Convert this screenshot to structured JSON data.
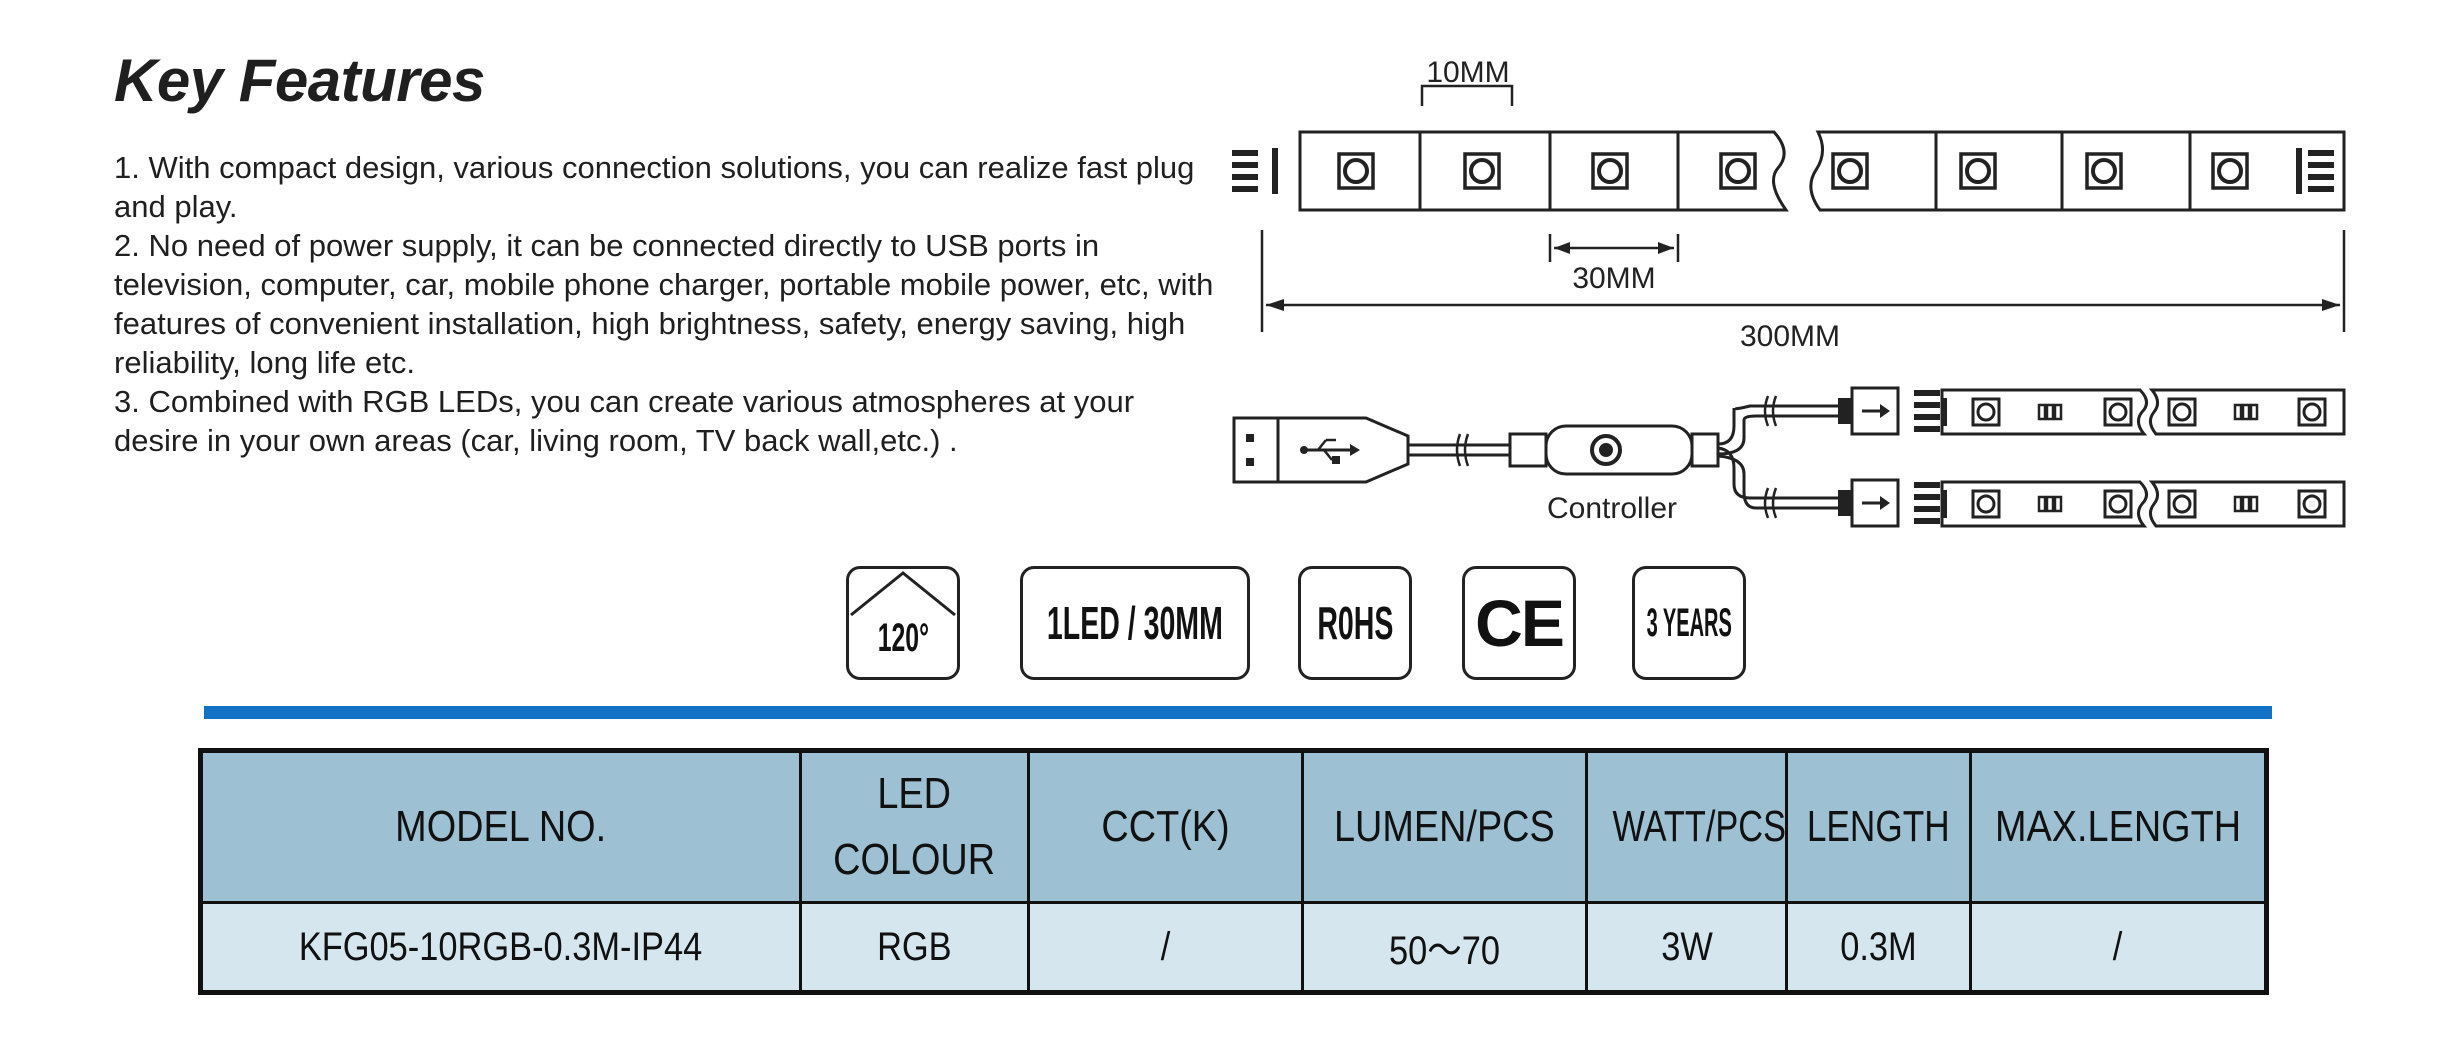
{
  "features": {
    "title": "Key Features",
    "items": [
      "1. With compact design, various connection solutions, you can realize fast plug and play.",
      "2. No need of power supply, it can be connected directly to USB ports in television, computer, car, mobile phone charger, portable mobile power, etc, with features of convenient installation, high brightness, safety, energy saving, high reliability, long life etc.",
      "3. Combined with RGB LEDs, you can create various atmospheres at your desire in your own areas (car, living room, TV back wall,etc.) ."
    ]
  },
  "diagram": {
    "dim_width": "10MM",
    "dim_pitch": "30MM",
    "dim_length": "300MM",
    "controller_label": "Controller",
    "icons": [
      "led-chip-icon",
      "usb-icon",
      "arrow-icon",
      "resistor-icon",
      "connector-pins-icon"
    ]
  },
  "badges": [
    {
      "label": "120°",
      "icon": "beam-angle-icon"
    },
    {
      "label": "1LED / 30MM"
    },
    {
      "label": "R0HS"
    },
    {
      "label": "CE",
      "icon": "ce-mark-icon"
    },
    {
      "label": "3 YEARS"
    }
  ],
  "colors": {
    "accent_rule": "#1272c6",
    "table_header": "#9dc0d2",
    "table_row": "#d6e6ef"
  },
  "table": {
    "headers": [
      "MODEL NO.",
      "LED\nCOLOUR",
      "CCT(K)",
      "LUMEN/PCS",
      "WATT/PCS",
      "LENGTH",
      "MAX.LENGTH"
    ],
    "rows": [
      [
        "KFG05-10RGB-0.3M-IP44",
        "RGB",
        "/",
        "50～70",
        "3W",
        "0.3M",
        "/"
      ]
    ]
  }
}
